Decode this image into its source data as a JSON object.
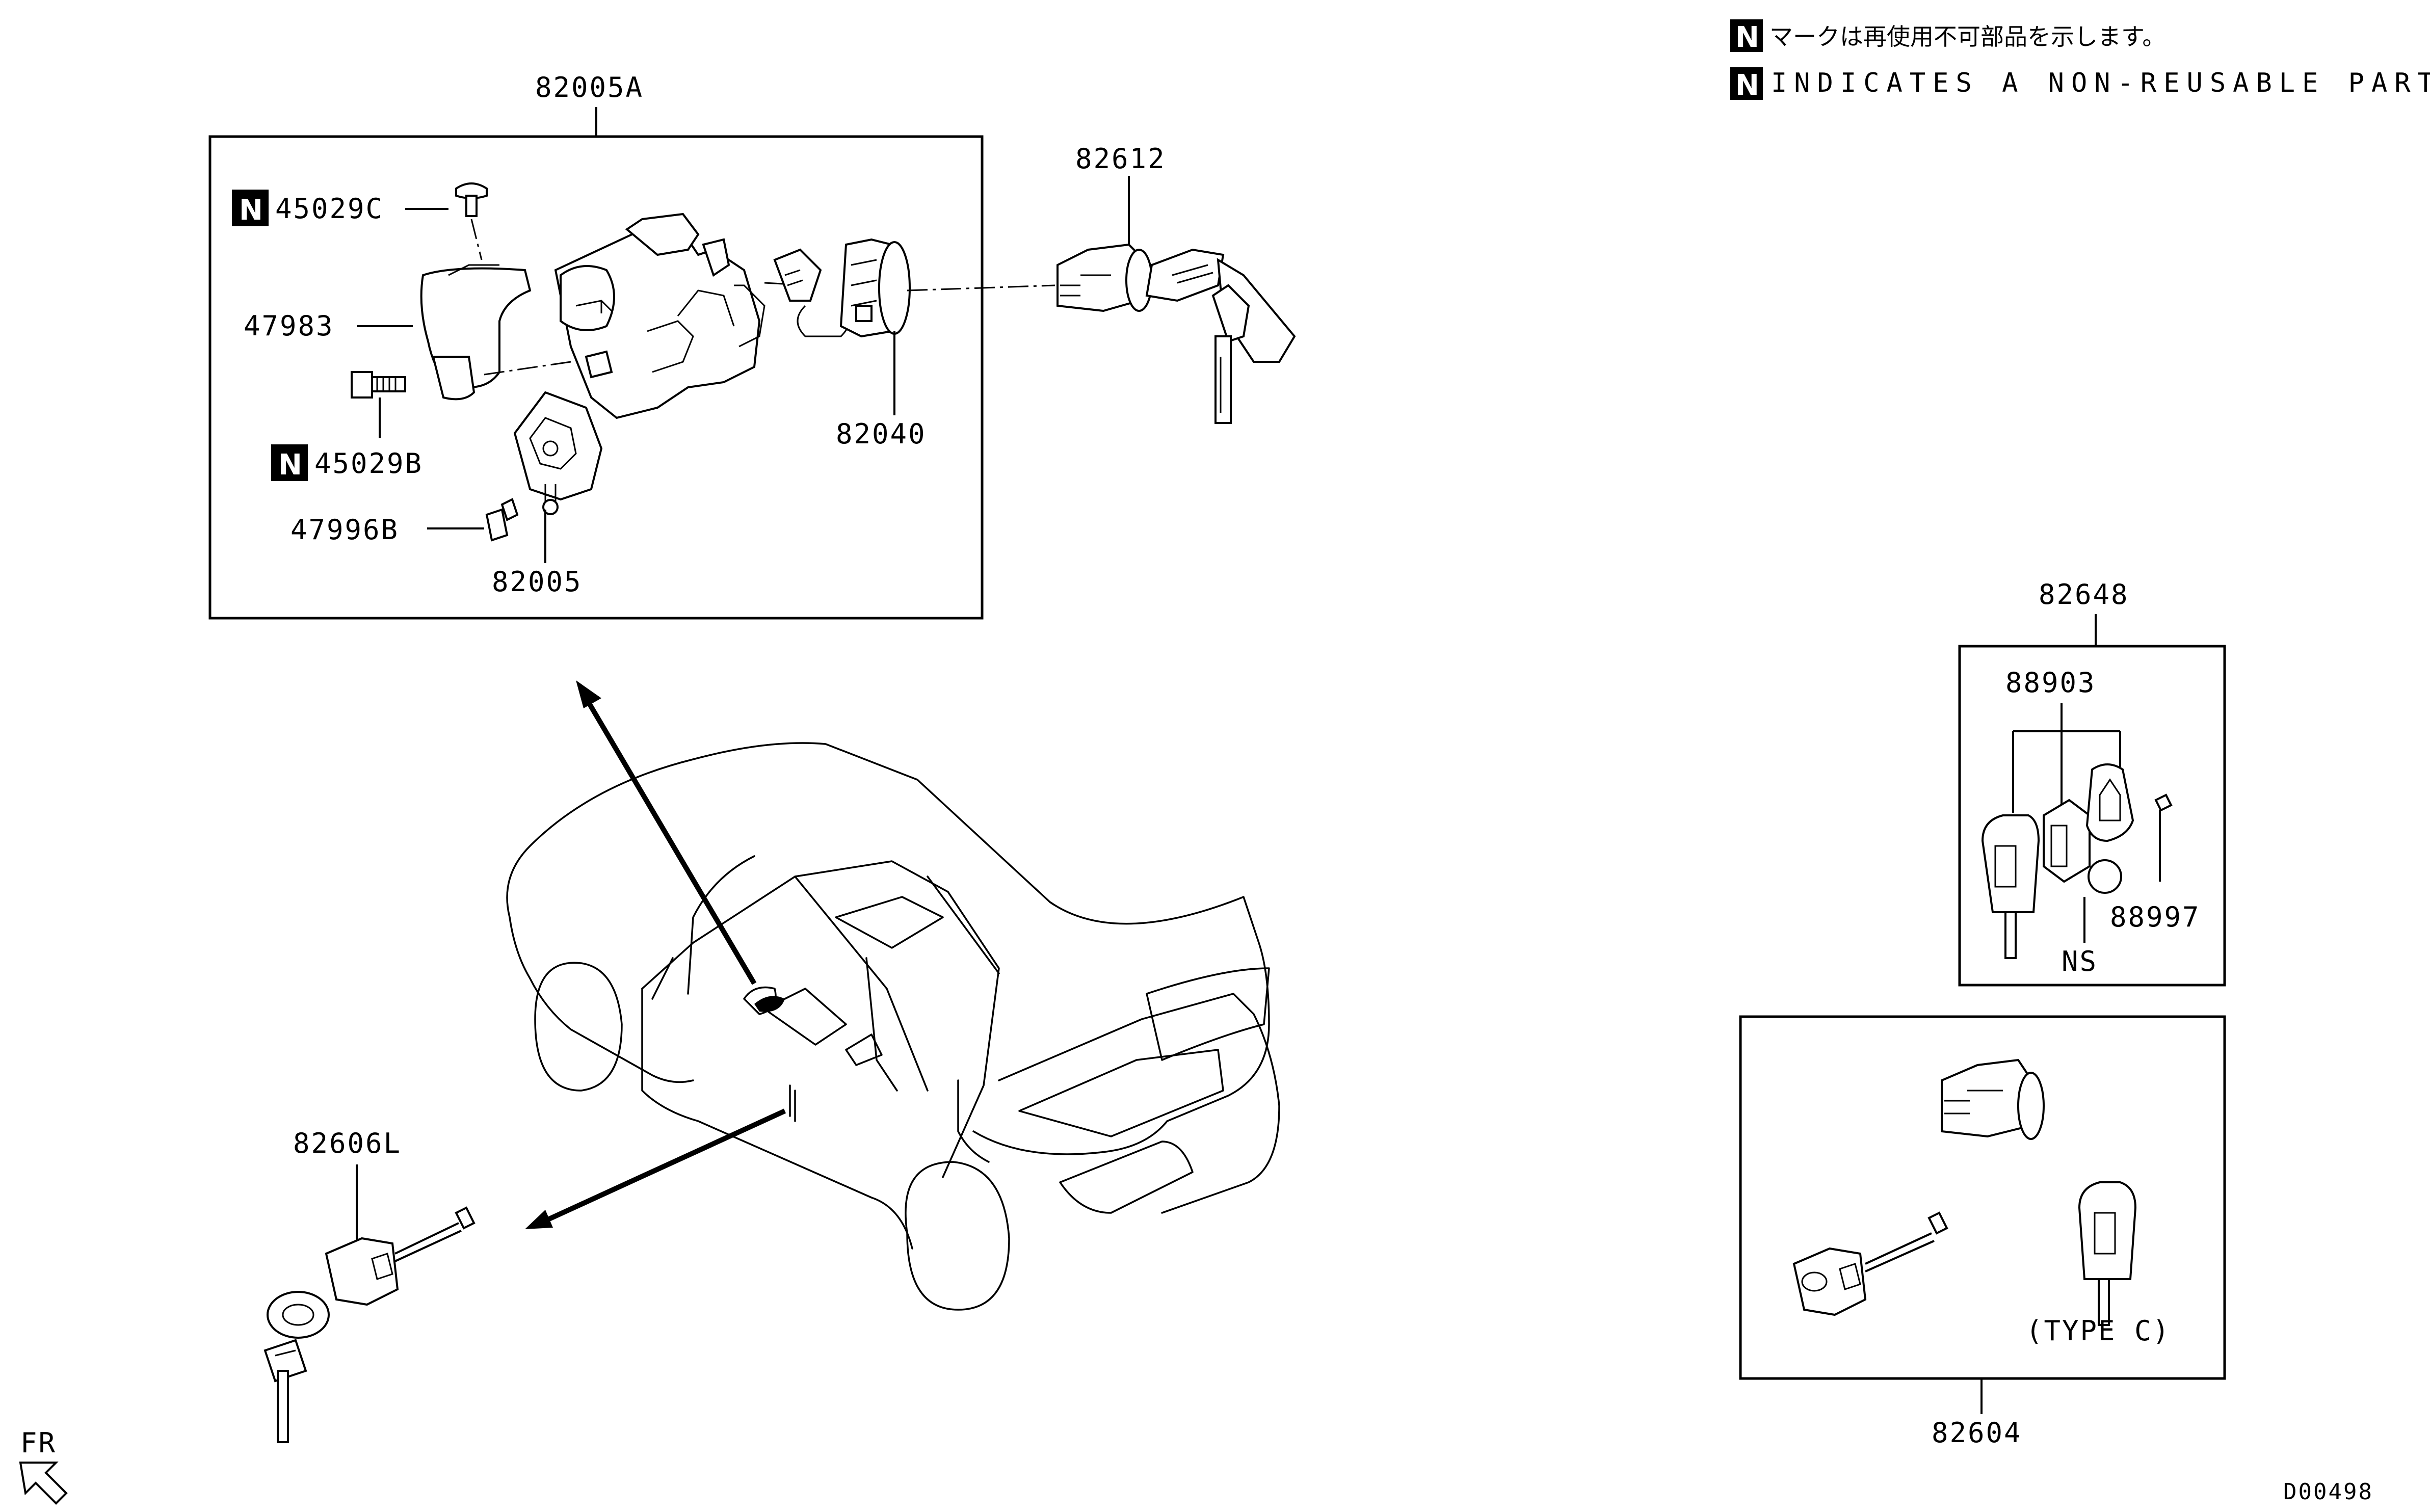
{
  "notes": {
    "badge": "N",
    "japanese": "マークは再使用不可部品を示します。",
    "english": "INDICATES A NON-REUSABLE PART."
  },
  "labels": {
    "p82005A": "82005A",
    "p45029C": "45029C",
    "p47983": "47983",
    "p45029B": "45029B",
    "p47996B": "47996B",
    "p82005": "82005",
    "p82040": "82040",
    "p82612": "82612",
    "p82606L": "82606L",
    "p82648": "82648",
    "p88903": "88903",
    "p88997": "88997",
    "pNS": "NS",
    "p82604": "82604",
    "typeC": "(TYPE C)",
    "fr": "FR",
    "code": "D00498"
  }
}
